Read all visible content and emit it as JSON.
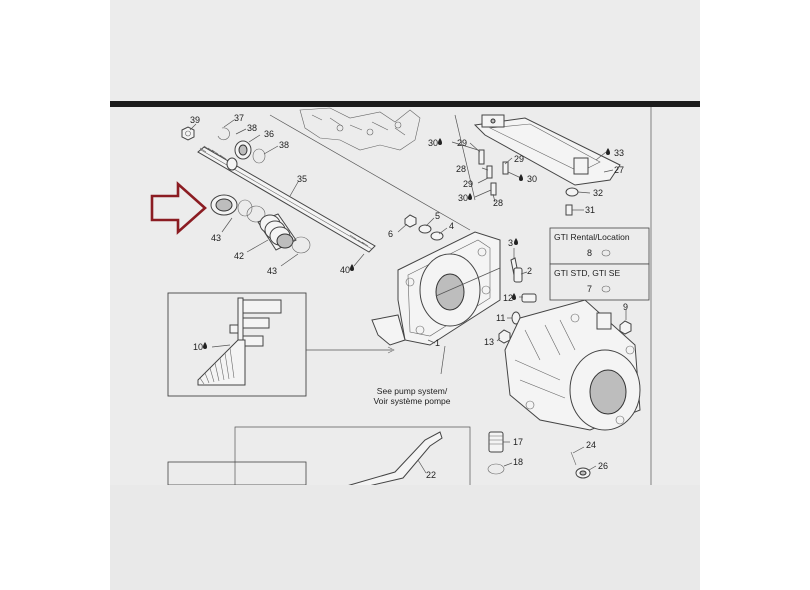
{
  "callouts": [
    {
      "id": "c39",
      "label": "39"
    },
    {
      "id": "c37",
      "label": "37"
    },
    {
      "id": "c38a",
      "label": "38"
    },
    {
      "id": "c36",
      "label": "36"
    },
    {
      "id": "c38b",
      "label": "38"
    },
    {
      "id": "c35",
      "label": "35"
    },
    {
      "id": "c43a",
      "label": "43"
    },
    {
      "id": "c42",
      "label": "42"
    },
    {
      "id": "c43b",
      "label": "43"
    },
    {
      "id": "c40",
      "label": "40"
    },
    {
      "id": "c6",
      "label": "6"
    },
    {
      "id": "c5",
      "label": "5"
    },
    {
      "id": "c4",
      "label": "4"
    },
    {
      "id": "c3",
      "label": "3"
    },
    {
      "id": "c2",
      "label": "2"
    },
    {
      "id": "c12",
      "label": "12"
    },
    {
      "id": "c11",
      "label": "11"
    },
    {
      "id": "c13",
      "label": "13"
    },
    {
      "id": "c1",
      "label": "1"
    },
    {
      "id": "c10",
      "label": "10"
    },
    {
      "id": "c30a",
      "label": "30"
    },
    {
      "id": "c29a",
      "label": "29"
    },
    {
      "id": "c29b",
      "label": "29"
    },
    {
      "id": "c28a",
      "label": "28"
    },
    {
      "id": "c29c",
      "label": "29"
    },
    {
      "id": "c30b",
      "label": "30"
    },
    {
      "id": "c30c",
      "label": "30"
    },
    {
      "id": "c28b",
      "label": "28"
    },
    {
      "id": "c33",
      "label": "33"
    },
    {
      "id": "c27",
      "label": "27"
    },
    {
      "id": "c32",
      "label": "32"
    },
    {
      "id": "c31",
      "label": "31"
    },
    {
      "id": "c8",
      "label": "8"
    },
    {
      "id": "c7",
      "label": "7"
    },
    {
      "id": "c9",
      "label": "9"
    },
    {
      "id": "c17",
      "label": "17"
    },
    {
      "id": "c18",
      "label": "18"
    },
    {
      "id": "c24",
      "label": "24"
    },
    {
      "id": "c26",
      "label": "26"
    },
    {
      "id": "c22",
      "label": "22"
    }
  ],
  "legend_boxes": {
    "gti_rental": "GTI Rental/Location",
    "gti_std": "GTI STD, GTI SE"
  },
  "note_line1": "See pump system/",
  "note_line2": "Voir système pompe",
  "highlight_arrow_color": "#8b1c22",
  "line_color": "#444444"
}
